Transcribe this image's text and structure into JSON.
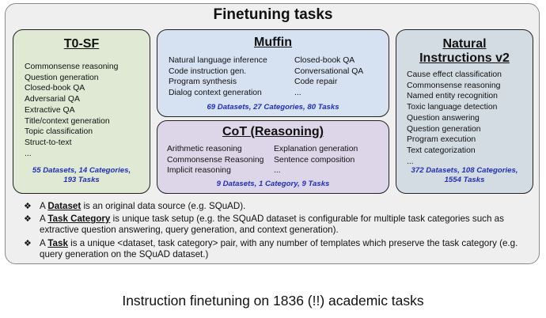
{
  "title": "Finetuning tasks",
  "caption": "Instruction finetuning on 1836 (!!) academic tasks",
  "t0sf": {
    "title": "T0-SF",
    "items": [
      "Commonsense reasoning",
      "Question generation",
      "Closed-book QA",
      "Adversarial QA",
      "Extractive QA",
      "Title/context generation",
      "Topic classification",
      "Struct-to-text",
      "..."
    ],
    "summary_line1": "55 Datasets, 14 Categories,",
    "summary_line2": "193 Tasks"
  },
  "muffin": {
    "title": "Muffin",
    "col1": [
      "Natural language inference",
      "Code instruction gen.",
      "Program synthesis",
      "Dialog context generation"
    ],
    "col2": [
      "Closed-book QA",
      "Conversational QA",
      "Code repair",
      "..."
    ],
    "summary": "69 Datasets, 27 Categories, 80 Tasks"
  },
  "cot": {
    "title": "CoT (Reasoning)",
    "col1": [
      "Arithmetic reasoning",
      "Commonsense Reasoning",
      "Implicit reasoning"
    ],
    "col2": [
      "Explanation generation",
      "Sentence composition",
      "..."
    ],
    "summary": "9 Datasets, 1 Category, 9 Tasks"
  },
  "niv2": {
    "title_line1": "Natural",
    "title_line2": "Instructions v2",
    "items": [
      "Cause effect classification",
      "Commonsense reasoning",
      "Named entity recognition",
      "Toxic language detection",
      "Question answering",
      "Question generation",
      "Program execution",
      "Text categorization",
      "..."
    ],
    "summary_line1": "372 Datasets, 108 Categories,",
    "summary_line2": "1554 Tasks"
  },
  "bullets": [
    {
      "pre": "A ",
      "term": "Dataset",
      "post": " is an original data source (e.g. SQuAD)."
    },
    {
      "pre": "A ",
      "term": "Task Category",
      "post": " is unique task setup (e.g. the SQuAD dataset is configurable for multiple task categories such as extractive question answering, query generation, and context generation)."
    },
    {
      "pre": "A ",
      "term": "Task",
      "post": " is a unique <dataset, task category> pair, with any number of templates which preserve the task category (e.g. query generation on the SQuAD dataset.)"
    }
  ],
  "bullet_symbol": "❖"
}
